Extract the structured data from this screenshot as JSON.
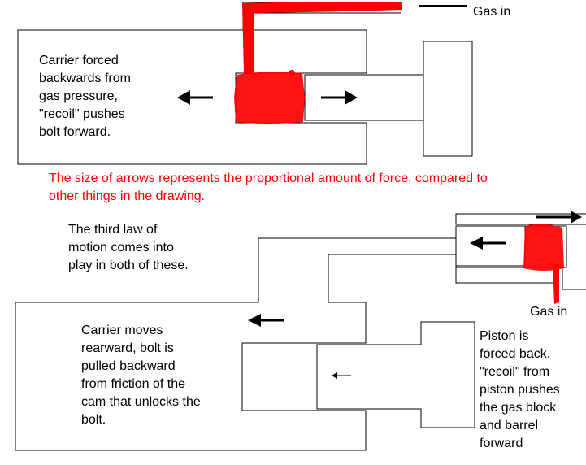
{
  "colors": {
    "gas": "#ff0000",
    "outline": "#000000",
    "note": "#ff0000"
  },
  "top_diagram": {
    "gas_label": "Gas in",
    "caption_lines": [
      "Carrier forced",
      "backwards from",
      "gas pressure,",
      "\"recoil\" pushes",
      "bolt forward."
    ]
  },
  "note_lines": [
    "The size of arrows represents the proportional amount of force, compared to",
    "other things in the drawing."
  ],
  "bottom_diagram": {
    "law_lines": [
      "The third law of",
      "motion comes into",
      "play in both of these."
    ],
    "carrier_lines": [
      "Carrier moves",
      "rearward, bolt is",
      "pulled backward",
      "from friction of the",
      "cam that unlocks the",
      "bolt."
    ],
    "gas_label": "Gas in",
    "piston_lines": [
      "Piston is",
      "forced back,",
      "\"recoil\" from",
      "piston pushes",
      "the gas block",
      "and barrel",
      "forward"
    ]
  }
}
